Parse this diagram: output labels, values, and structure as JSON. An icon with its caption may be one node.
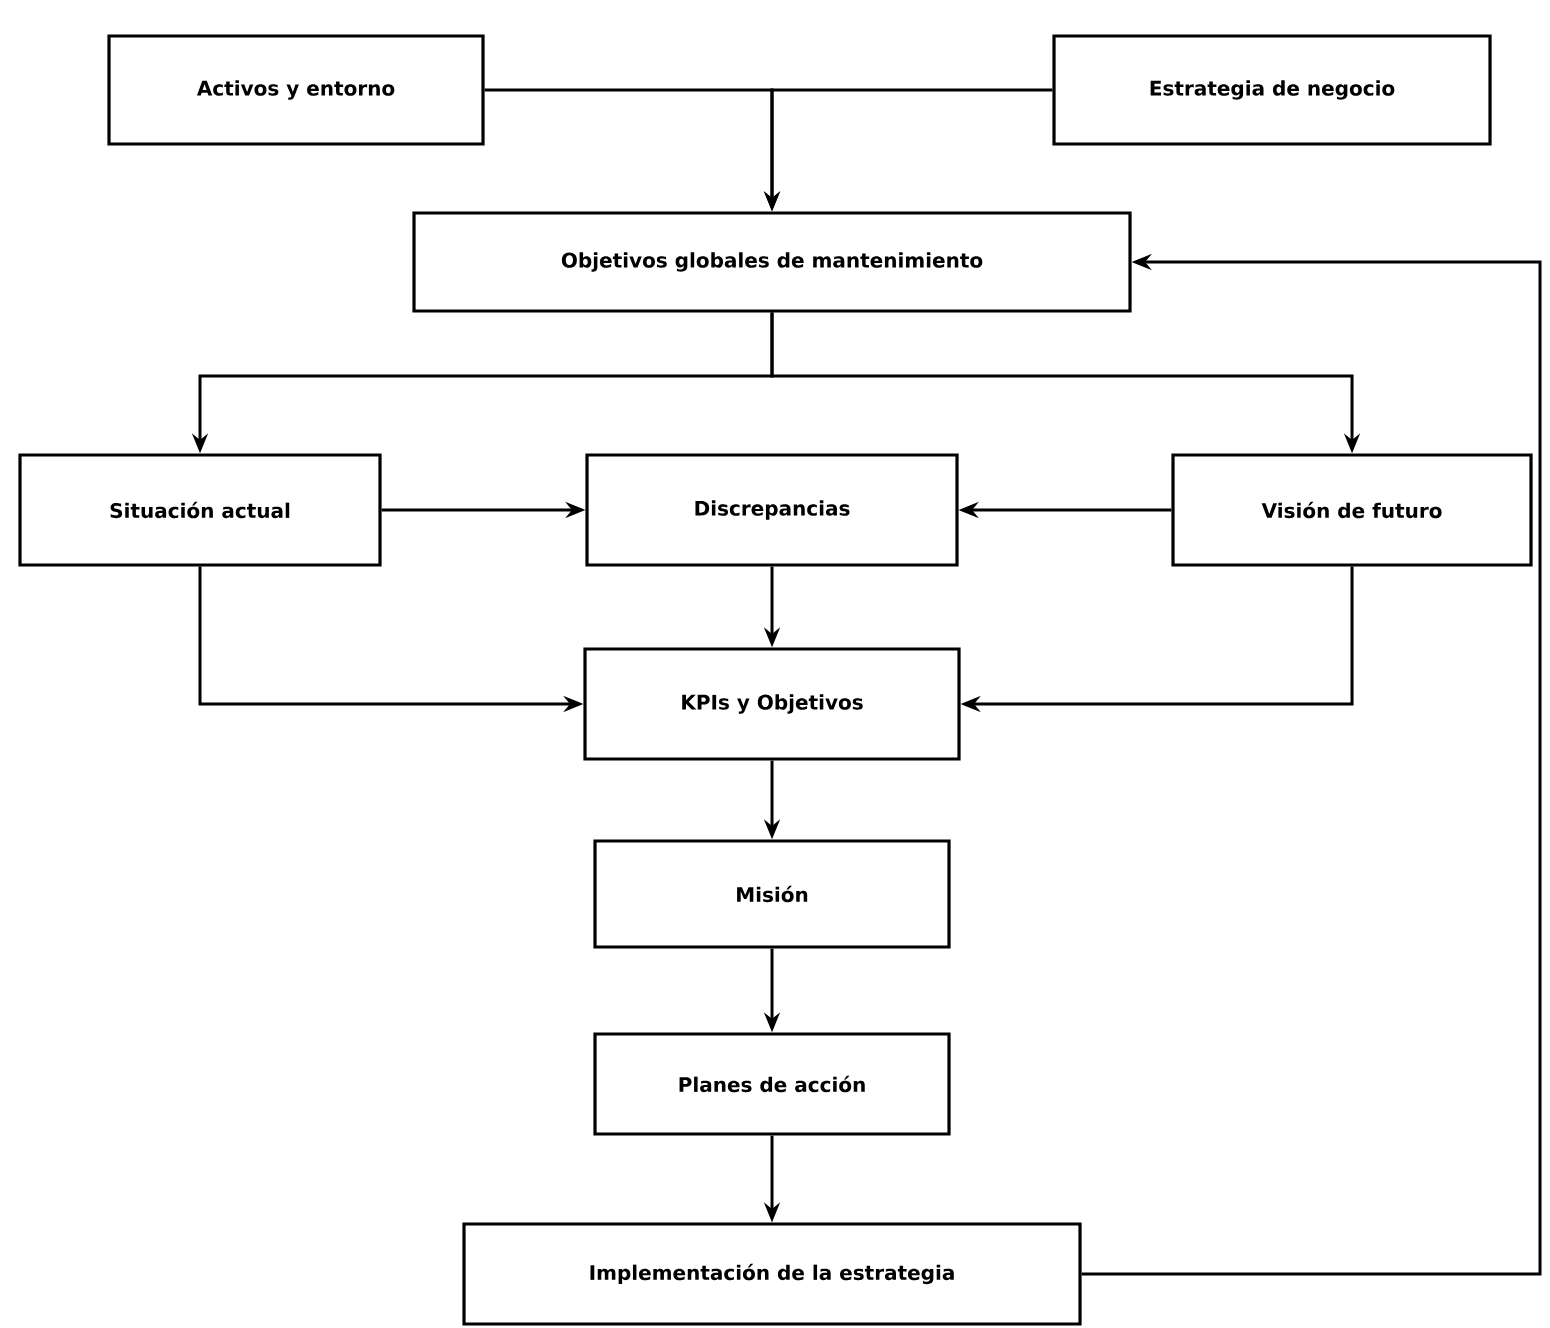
{
  "diagram": {
    "nodes": [
      {
        "text": [
          "Activos y entorno"
        ]
      },
      {
        "text": [
          "Estrategia de negocio"
        ]
      },
      {
        "text": [
          "Objetivos globales de mantenimiento"
        ]
      },
      {
        "text": [
          "Situación actual"
        ]
      },
      {
        "text": [
          "Discrepancias"
        ]
      },
      {
        "text": [
          "Visión de futuro"
        ]
      },
      {
        "text": [
          "KPIs y Objetivos"
        ]
      },
      {
        "text": [
          "Misión"
        ]
      },
      {
        "text": [
          "Planes de acción"
        ]
      },
      {
        "text": [
          "Implementación de la estrategia"
        ]
      }
    ],
    "edges": [
      {
        "from": 0,
        "to": 2,
        "arrow": "to"
      },
      {
        "from": 1,
        "to": 2,
        "arrow": "to"
      },
      {
        "from": 2,
        "to": 3,
        "arrow": "to"
      },
      {
        "from": 2,
        "to": 5,
        "arrow": "to"
      },
      {
        "from": 3,
        "to": 4,
        "arrow": "to"
      },
      {
        "from": 5,
        "to": 4,
        "arrow": "to"
      },
      {
        "from": 4,
        "to": 6,
        "arrow": "to"
      },
      {
        "from": 3,
        "to": 6,
        "arrow": "to"
      },
      {
        "from": 5,
        "to": 6,
        "arrow": "to"
      },
      {
        "from": 6,
        "to": 7,
        "arrow": "to"
      },
      {
        "from": 7,
        "to": 8,
        "arrow": "to"
      },
      {
        "from": 8,
        "to": 9,
        "arrow": "to"
      },
      {
        "from": 9,
        "to": 2,
        "arrow": "to"
      }
    ]
  }
}
